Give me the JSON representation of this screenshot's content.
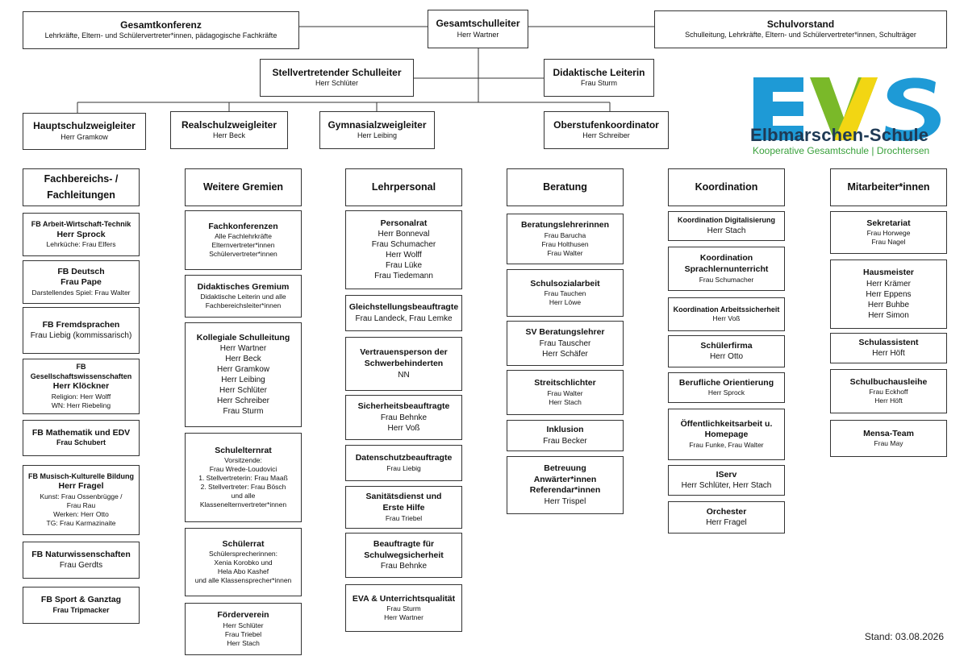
{
  "top": {
    "gesamtkonferenz": {
      "title": "Gesamtkonferenz",
      "sub": "Lehrkräfte, Eltern- und Schülervertreter*innen, pädagogische Fachkräfte"
    },
    "gesamtschulleiter": {
      "title": "Gesamtschulleiter",
      "sub": "Herr Wartner"
    },
    "schulvorstand": {
      "title": "Schulvorstand",
      "sub": "Schulleitung, Lehrkräfte, Eltern- und Schülervertreter*innen, Schulträger"
    },
    "stellvertreter": {
      "title": "Stellvertretender Schulleiter",
      "sub": "Herr Schlüter"
    },
    "didaktisch": {
      "title": "Didaktische Leiterin",
      "sub": "Frau Sturm"
    },
    "hauptschul": {
      "title": "Hauptschulzweigleiter",
      "sub": "Herr Gramkow"
    },
    "realschul": {
      "title": "Realschulzweigleiter",
      "sub": "Herr Beck"
    },
    "gymnasial": {
      "title": "Gymnasialzweigleiter",
      "sub": "Herr Leibing"
    },
    "oberstufe": {
      "title": "Oberstufenkoordinator",
      "sub": "Herr Schreiber"
    }
  },
  "logo": {
    "letters": "EVS",
    "name": "Elbmarschen-Schule",
    "sub": "Kooperative Gesamtschule | Drochtersen",
    "colors": {
      "blue": "#1e9ad6",
      "green": "#7ab929",
      "yellow": "#f2d613",
      "navy": "#1f3a55"
    }
  },
  "stand": "Stand: 03.08.2026",
  "columns": [
    {
      "header": [
        "Fachbereichs- /",
        "Fachleitungen"
      ],
      "boxes": [
        {
          "lines": [
            {
              "t": "FB Arbeit-Wirtschaft-Technik",
              "s": "bs"
            },
            {
              "t": "Herr Sprock",
              "s": "b"
            },
            {
              "t": "Lehrküche: Frau Elfers",
              "s": "s"
            }
          ]
        },
        {
          "lines": [
            {
              "t": "FB Deutsch",
              "s": "b"
            },
            {
              "t": "Frau Pape",
              "s": "b"
            },
            {
              "t": "Darstellendes Spiel: Frau Walter",
              "s": "s"
            }
          ]
        },
        {
          "lines": [
            {
              "t": "FB Fremdsprachen",
              "s": "b"
            },
            {
              "t": "Frau Liebig (kommissarisch)",
              "s": "r"
            }
          ]
        },
        {
          "lines": [
            {
              "t": "FB Gesellschaftswissenschaften",
              "s": "bs"
            },
            {
              "t": "Herr Klöckner",
              "s": "b"
            },
            {
              "t": "Religion: Herr Wolff",
              "s": "s"
            },
            {
              "t": "WN: Herr Riebeling",
              "s": "s"
            }
          ]
        },
        {
          "lines": [
            {
              "t": "FB Mathematik und EDV",
              "s": "b"
            },
            {
              "t": "Frau Schubert",
              "s": "bs"
            }
          ]
        },
        {
          "lines": [
            {
              "t": "FB Musisch-Kulturelle Bildung",
              "s": "bs"
            },
            {
              "t": "Herr Fragel",
              "s": "b"
            },
            {
              "t": "Kunst: Frau Ossenbrügge /",
              "s": "s"
            },
            {
              "t": "Frau Rau",
              "s": "s"
            },
            {
              "t": "Werken: Herr Otto",
              "s": "s"
            },
            {
              "t": "TG: Frau Karmazinaite",
              "s": "s"
            }
          ]
        },
        {
          "lines": [
            {
              "t": "FB Naturwissenschaften",
              "s": "b"
            },
            {
              "t": "Frau Gerdts",
              "s": "r"
            }
          ]
        },
        {
          "lines": [
            {
              "t": "FB Sport & Ganztag",
              "s": "b"
            },
            {
              "t": "Frau Tripmacker",
              "s": "bs"
            }
          ]
        }
      ]
    },
    {
      "header": [
        "Weitere Gremien"
      ],
      "boxes": [
        {
          "lines": [
            {
              "t": "Fachkonferenzen",
              "s": "b"
            },
            {
              "t": "Alle Fachlehrkräfte",
              "s": "s"
            },
            {
              "t": "Elternvertreter*innen",
              "s": "s"
            },
            {
              "t": "Schülervertreter*innen",
              "s": "s"
            }
          ]
        },
        {
          "lines": [
            {
              "t": "Didaktisches Gremium",
              "s": "b"
            },
            {
              "t": "Didaktische Leiterin und alle",
              "s": "s"
            },
            {
              "t": "Fachbereichsleiter*innen",
              "s": "s"
            }
          ]
        },
        {
          "lines": [
            {
              "t": "Kollegiale Schulleitung",
              "s": "b"
            },
            {
              "t": "Herr Wartner",
              "s": "r"
            },
            {
              "t": "Herr Beck",
              "s": "r"
            },
            {
              "t": "Herr Gramkow",
              "s": "r"
            },
            {
              "t": "Herr Leibing",
              "s": "r"
            },
            {
              "t": "Herr Schlüter",
              "s": "r"
            },
            {
              "t": "Herr Schreiber",
              "s": "r"
            },
            {
              "t": "Frau Sturm",
              "s": "r"
            }
          ]
        },
        {
          "lines": [
            {
              "t": "Schulelternrat",
              "s": "b"
            },
            {
              "t": "Vorsitzende:",
              "s": "s"
            },
            {
              "t": "Frau Wrede-Loudovici",
              "s": "s"
            },
            {
              "t": "1. Stellvertreterin: Frau Maaß",
              "s": "s"
            },
            {
              "t": "2. Stellvertreter: Frau Bösch",
              "s": "s"
            },
            {
              "t": "und alle",
              "s": "s"
            },
            {
              "t": "Klassenelternvertreter*innen",
              "s": "s"
            }
          ]
        },
        {
          "lines": [
            {
              "t": "Schülerrat",
              "s": "b"
            },
            {
              "t": "Schülersprecherinnen:",
              "s": "s"
            },
            {
              "t": "Xenia Korobko und",
              "s": "s"
            },
            {
              "t": "Hela Abo Kashef",
              "s": "s"
            },
            {
              "t": "und alle Klassensprecher*innen",
              "s": "s"
            }
          ]
        },
        {
          "lines": [
            {
              "t": "Förderverein",
              "s": "b"
            },
            {
              "t": "Herr Schlüter",
              "s": "s"
            },
            {
              "t": "Frau Triebel",
              "s": "s"
            },
            {
              "t": "Herr Stach",
              "s": "s"
            }
          ]
        }
      ]
    },
    {
      "header": [
        "Lehrpersonal"
      ],
      "boxes": [
        {
          "lines": [
            {
              "t": "Personalrat",
              "s": "b"
            },
            {
              "t": "Herr Bonneval",
              "s": "r"
            },
            {
              "t": "Frau Schumacher",
              "s": "r"
            },
            {
              "t": "Herr Wolff",
              "s": "r"
            },
            {
              "t": "Frau Lüke",
              "s": "r"
            },
            {
              "t": "Frau Tiedemann",
              "s": "r"
            }
          ]
        },
        {
          "lines": [
            {
              "t": "Gleichstellungsbeauftragte",
              "s": "b"
            },
            {
              "t": "Frau Landeck, Frau Lemke",
              "s": "r"
            }
          ]
        },
        {
          "lines": [
            {
              "t": "Vertrauensperson der",
              "s": "b"
            },
            {
              "t": "Schwerbehinderten",
              "s": "b"
            },
            {
              "t": "NN",
              "s": "r"
            }
          ]
        },
        {
          "lines": [
            {
              "t": "Sicherheitsbeauftragte",
              "s": "b"
            },
            {
              "t": "Frau Behnke",
              "s": "r"
            },
            {
              "t": "Herr Voß",
              "s": "r"
            }
          ]
        },
        {
          "lines": [
            {
              "t": "Datenschutzbeauftragte",
              "s": "b"
            },
            {
              "t": "Frau Liebig",
              "s": "s"
            }
          ]
        },
        {
          "lines": [
            {
              "t": "Sanitätsdienst und",
              "s": "b"
            },
            {
              "t": "Erste Hilfe",
              "s": "b"
            },
            {
              "t": "Frau Triebel",
              "s": "s"
            }
          ]
        },
        {
          "lines": [
            {
              "t": "Beauftragte für",
              "s": "b"
            },
            {
              "t": "Schulwegsicherheit",
              "s": "b"
            },
            {
              "t": "Frau Behnke",
              "s": "r"
            }
          ]
        },
        {
          "lines": [
            {
              "t": "EVA & Unterrichtsqualität",
              "s": "b"
            },
            {
              "t": "Frau Sturm",
              "s": "s"
            },
            {
              "t": "Herr Wartner",
              "s": "s"
            }
          ]
        }
      ]
    },
    {
      "header": [
        "Beratung"
      ],
      "boxes": [
        {
          "lines": [
            {
              "t": "Beratungslehrerinnen",
              "s": "b"
            },
            {
              "t": "Frau Barucha",
              "s": "s"
            },
            {
              "t": "Frau Holthusen",
              "s": "s"
            },
            {
              "t": "Frau Walter",
              "s": "s"
            }
          ]
        },
        {
          "lines": [
            {
              "t": "Schulsozialarbeit",
              "s": "b"
            },
            {
              "t": "Frau Tauchen",
              "s": "s"
            },
            {
              "t": "Herr Löwe",
              "s": "s"
            }
          ]
        },
        {
          "lines": [
            {
              "t": "SV Beratungslehrer",
              "s": "b"
            },
            {
              "t": "Frau Tauscher",
              "s": "r"
            },
            {
              "t": "Herr Schäfer",
              "s": "r"
            }
          ]
        },
        {
          "lines": [
            {
              "t": "Streitschlichter",
              "s": "b"
            },
            {
              "t": "Frau Walter",
              "s": "s"
            },
            {
              "t": "Herr Stach",
              "s": "s"
            }
          ]
        },
        {
          "lines": [
            {
              "t": "Inklusion",
              "s": "b"
            },
            {
              "t": "Frau Becker",
              "s": "r"
            }
          ]
        },
        {
          "lines": [
            {
              "t": "Betreuung",
              "s": "b"
            },
            {
              "t": "Anwärter*innen",
              "s": "b"
            },
            {
              "t": "Referendar*innen",
              "s": "b"
            },
            {
              "t": "Herr Trispel",
              "s": "r"
            }
          ]
        }
      ]
    },
    {
      "header": [
        "Koordination"
      ],
      "boxes": [
        {
          "lines": [
            {
              "t": "Koordination Digitalisierung",
              "s": "bs"
            },
            {
              "t": "Herr Stach",
              "s": "r"
            }
          ]
        },
        {
          "lines": [
            {
              "t": "Koordination",
              "s": "b"
            },
            {
              "t": "Sprachlernunterricht",
              "s": "b"
            },
            {
              "t": "Frau Schumacher",
              "s": "s"
            }
          ]
        },
        {
          "lines": [
            {
              "t": "Koordination Arbeitssicherheit",
              "s": "bs"
            },
            {
              "t": "Herr Voß",
              "s": "s"
            }
          ]
        },
        {
          "lines": [
            {
              "t": "Schülerfirma",
              "s": "b"
            },
            {
              "t": "Herr Otto",
              "s": "r"
            }
          ]
        },
        {
          "lines": [
            {
              "t": "Berufliche Orientierung",
              "s": "b"
            },
            {
              "t": "Herr Sprock",
              "s": "s"
            }
          ]
        },
        {
          "lines": [
            {
              "t": "Öffentlichkeitsarbeit u.",
              "s": "b"
            },
            {
              "t": "Homepage",
              "s": "b"
            },
            {
              "t": "Frau Funke, Frau Walter",
              "s": "s"
            }
          ]
        },
        {
          "lines": [
            {
              "t": "IServ",
              "s": "b"
            },
            {
              "t": "Herr Schlüter, Herr Stach",
              "s": "r"
            }
          ]
        },
        {
          "lines": [
            {
              "t": "Orchester",
              "s": "b"
            },
            {
              "t": "Herr Fragel",
              "s": "r"
            }
          ]
        }
      ]
    },
    {
      "header": [
        "Mitarbeiter*innen"
      ],
      "boxes": [
        {
          "lines": [
            {
              "t": "Sekretariat",
              "s": "b"
            },
            {
              "t": "Frau Horwege",
              "s": "s"
            },
            {
              "t": "Frau Nagel",
              "s": "s"
            }
          ]
        },
        {
          "lines": [
            {
              "t": "Hausmeister",
              "s": "b"
            },
            {
              "t": "Herr Krämer",
              "s": "r"
            },
            {
              "t": "Herr Eppens",
              "s": "r"
            },
            {
              "t": "Herr Buhbe",
              "s": "r"
            },
            {
              "t": "Herr Simon",
              "s": "r"
            }
          ]
        },
        {
          "lines": [
            {
              "t": "Schulassistent",
              "s": "b"
            },
            {
              "t": "Herr Höft",
              "s": "r"
            }
          ]
        },
        {
          "lines": [
            {
              "t": "Schulbuchausleihe",
              "s": "b"
            },
            {
              "t": "Frau Eckhoff",
              "s": "s"
            },
            {
              "t": "Herr Höft",
              "s": "s"
            }
          ]
        },
        {
          "lines": [
            {
              "t": "Mensa-Team",
              "s": "b"
            },
            {
              "t": "Frau May",
              "s": "s"
            }
          ]
        }
      ]
    }
  ]
}
